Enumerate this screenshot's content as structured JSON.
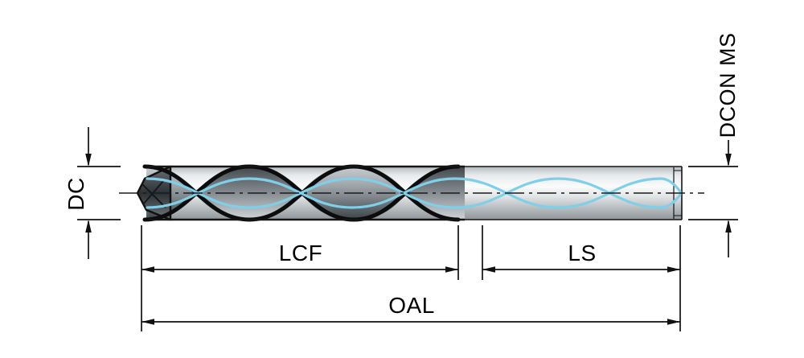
{
  "diagram": {
    "title": "drill-dimension-drawing",
    "labels": {
      "dc": "DC",
      "dcon": "DCON MS",
      "lcf": "LCF",
      "ls": "LS",
      "oal": "OAL"
    },
    "colors": {
      "coolant_channel": "#7fcfe9",
      "dimension_line": "#111111",
      "flute_dark": "#30373c",
      "body_metal": "#c9cdcf",
      "background": "#ffffff"
    }
  }
}
